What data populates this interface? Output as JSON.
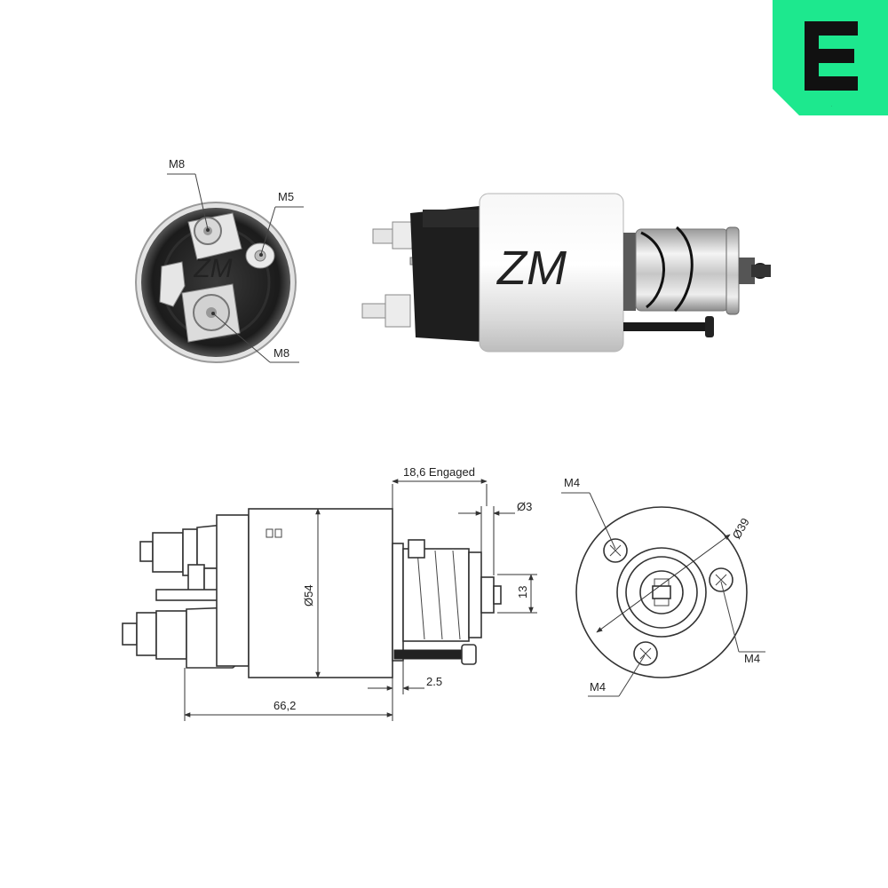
{
  "brand": {
    "logo_letter": "E",
    "logo_color": "#1de88e"
  },
  "top_view": {
    "label_m8_top": "M8",
    "label_m5": "M5",
    "label_m8_bottom": "M8"
  },
  "side_drawing": {
    "engaged_label": "18,6 Engaged",
    "dia3_label": "Ø3",
    "dia54_label": "Ø54",
    "dim13_label": "13",
    "dim2_5_label": "2.5",
    "dim66_2_label": "66,2"
  },
  "front_drawing": {
    "m4_top_label": "M4",
    "dia39_label": "Ø39",
    "m4_right_label": "M4",
    "m4_bottom_label": "M4"
  },
  "colors": {
    "body_silver": "#e9e9e9",
    "cap_black": "#1a1a1a",
    "line": "#333333"
  }
}
